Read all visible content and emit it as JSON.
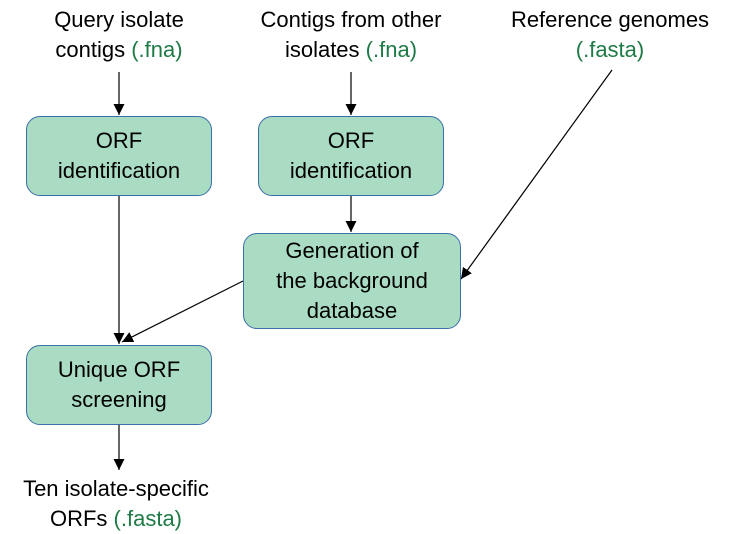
{
  "inputs": {
    "query": {
      "line1": "Query isolate",
      "line2_text": "contigs",
      "line2_ext": "(.fna)"
    },
    "others": {
      "line1": "Contigs from other",
      "line2_text": "isolates",
      "line2_ext": "(.fna)"
    },
    "reference": {
      "line1": "Reference genomes",
      "line2_ext": "(.fasta)"
    }
  },
  "boxes": {
    "orf_query": {
      "line1": "ORF",
      "line2": "identification"
    },
    "orf_others": {
      "line1": "ORF",
      "line2": "identification"
    },
    "background_db": {
      "line1": "Generation of",
      "line2": "the background",
      "line3": "database"
    },
    "unique_screening": {
      "line1": "Unique ORF",
      "line2": "screening"
    }
  },
  "output": {
    "line1": "Ten isolate-specific",
    "line2_text": "ORFs",
    "line2_ext": "(.fasta)"
  },
  "colors": {
    "box_fill": "#aadcc4",
    "box_border": "#3a6fa8",
    "extension_text": "#1e7a46",
    "arrow": "#000000"
  }
}
